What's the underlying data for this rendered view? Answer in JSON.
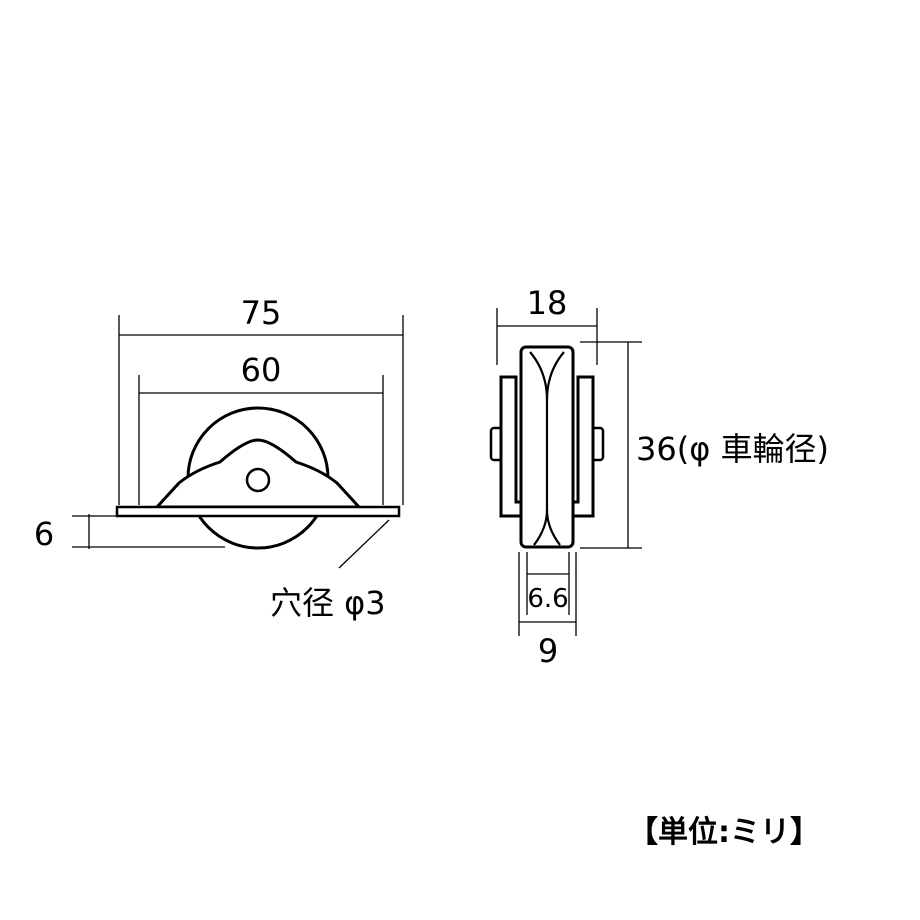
{
  "front_view": {
    "overall_width": "75",
    "inner_width": "60",
    "plate_height": "6",
    "hole_label": "穴径 φ3"
  },
  "side_view": {
    "width": "18",
    "wheel_label": "36(φ 車輪径)",
    "groove_width": "6.6",
    "wheel_width": "9"
  },
  "unit_label": "【単位:ミリ】"
}
